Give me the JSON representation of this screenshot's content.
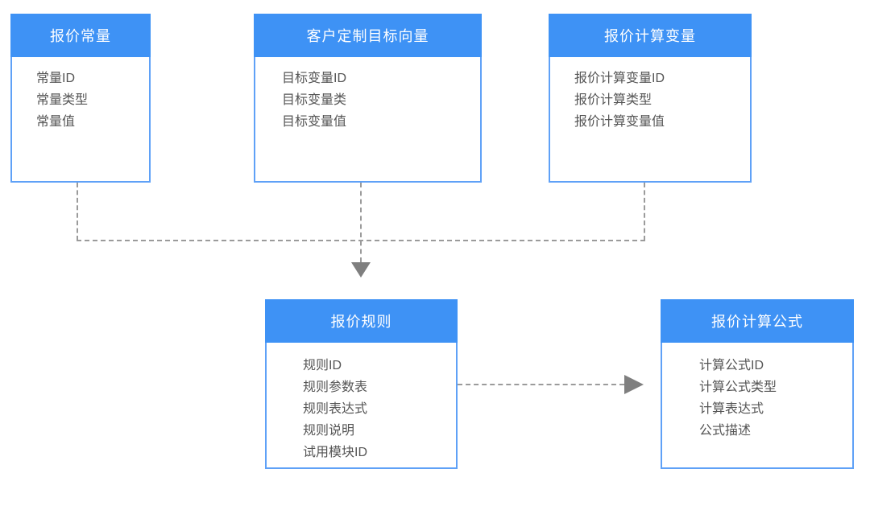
{
  "diagram": {
    "entities": [
      {
        "title": "报价常量",
        "fields": [
          "常量ID",
          "常量类型",
          "常量值"
        ]
      },
      {
        "title": "客户定制目标向量",
        "fields": [
          "目标变量ID",
          "目标变量类",
          "目标变量值"
        ]
      },
      {
        "title": "报价计算变量",
        "fields": [
          "报价计算变量ID",
          "报价计算类型",
          "报价计算变量值"
        ]
      },
      {
        "title": "报价规则",
        "fields": [
          "规则ID",
          "规则参数表",
          "规则表达式",
          "规则说明",
          "试用模块ID"
        ]
      },
      {
        "title": "报价计算公式",
        "fields": [
          "计算公式ID",
          "计算公式类型",
          "计算表达式",
          "公式描述"
        ]
      }
    ],
    "colors": {
      "header_background": "#3E92F5",
      "header_text": "#FFFFFF",
      "box_border": "#5FA1F7",
      "field_text": "#555555",
      "connector": "#9B9B9B",
      "arrowhead": "#7F7F7F"
    }
  }
}
